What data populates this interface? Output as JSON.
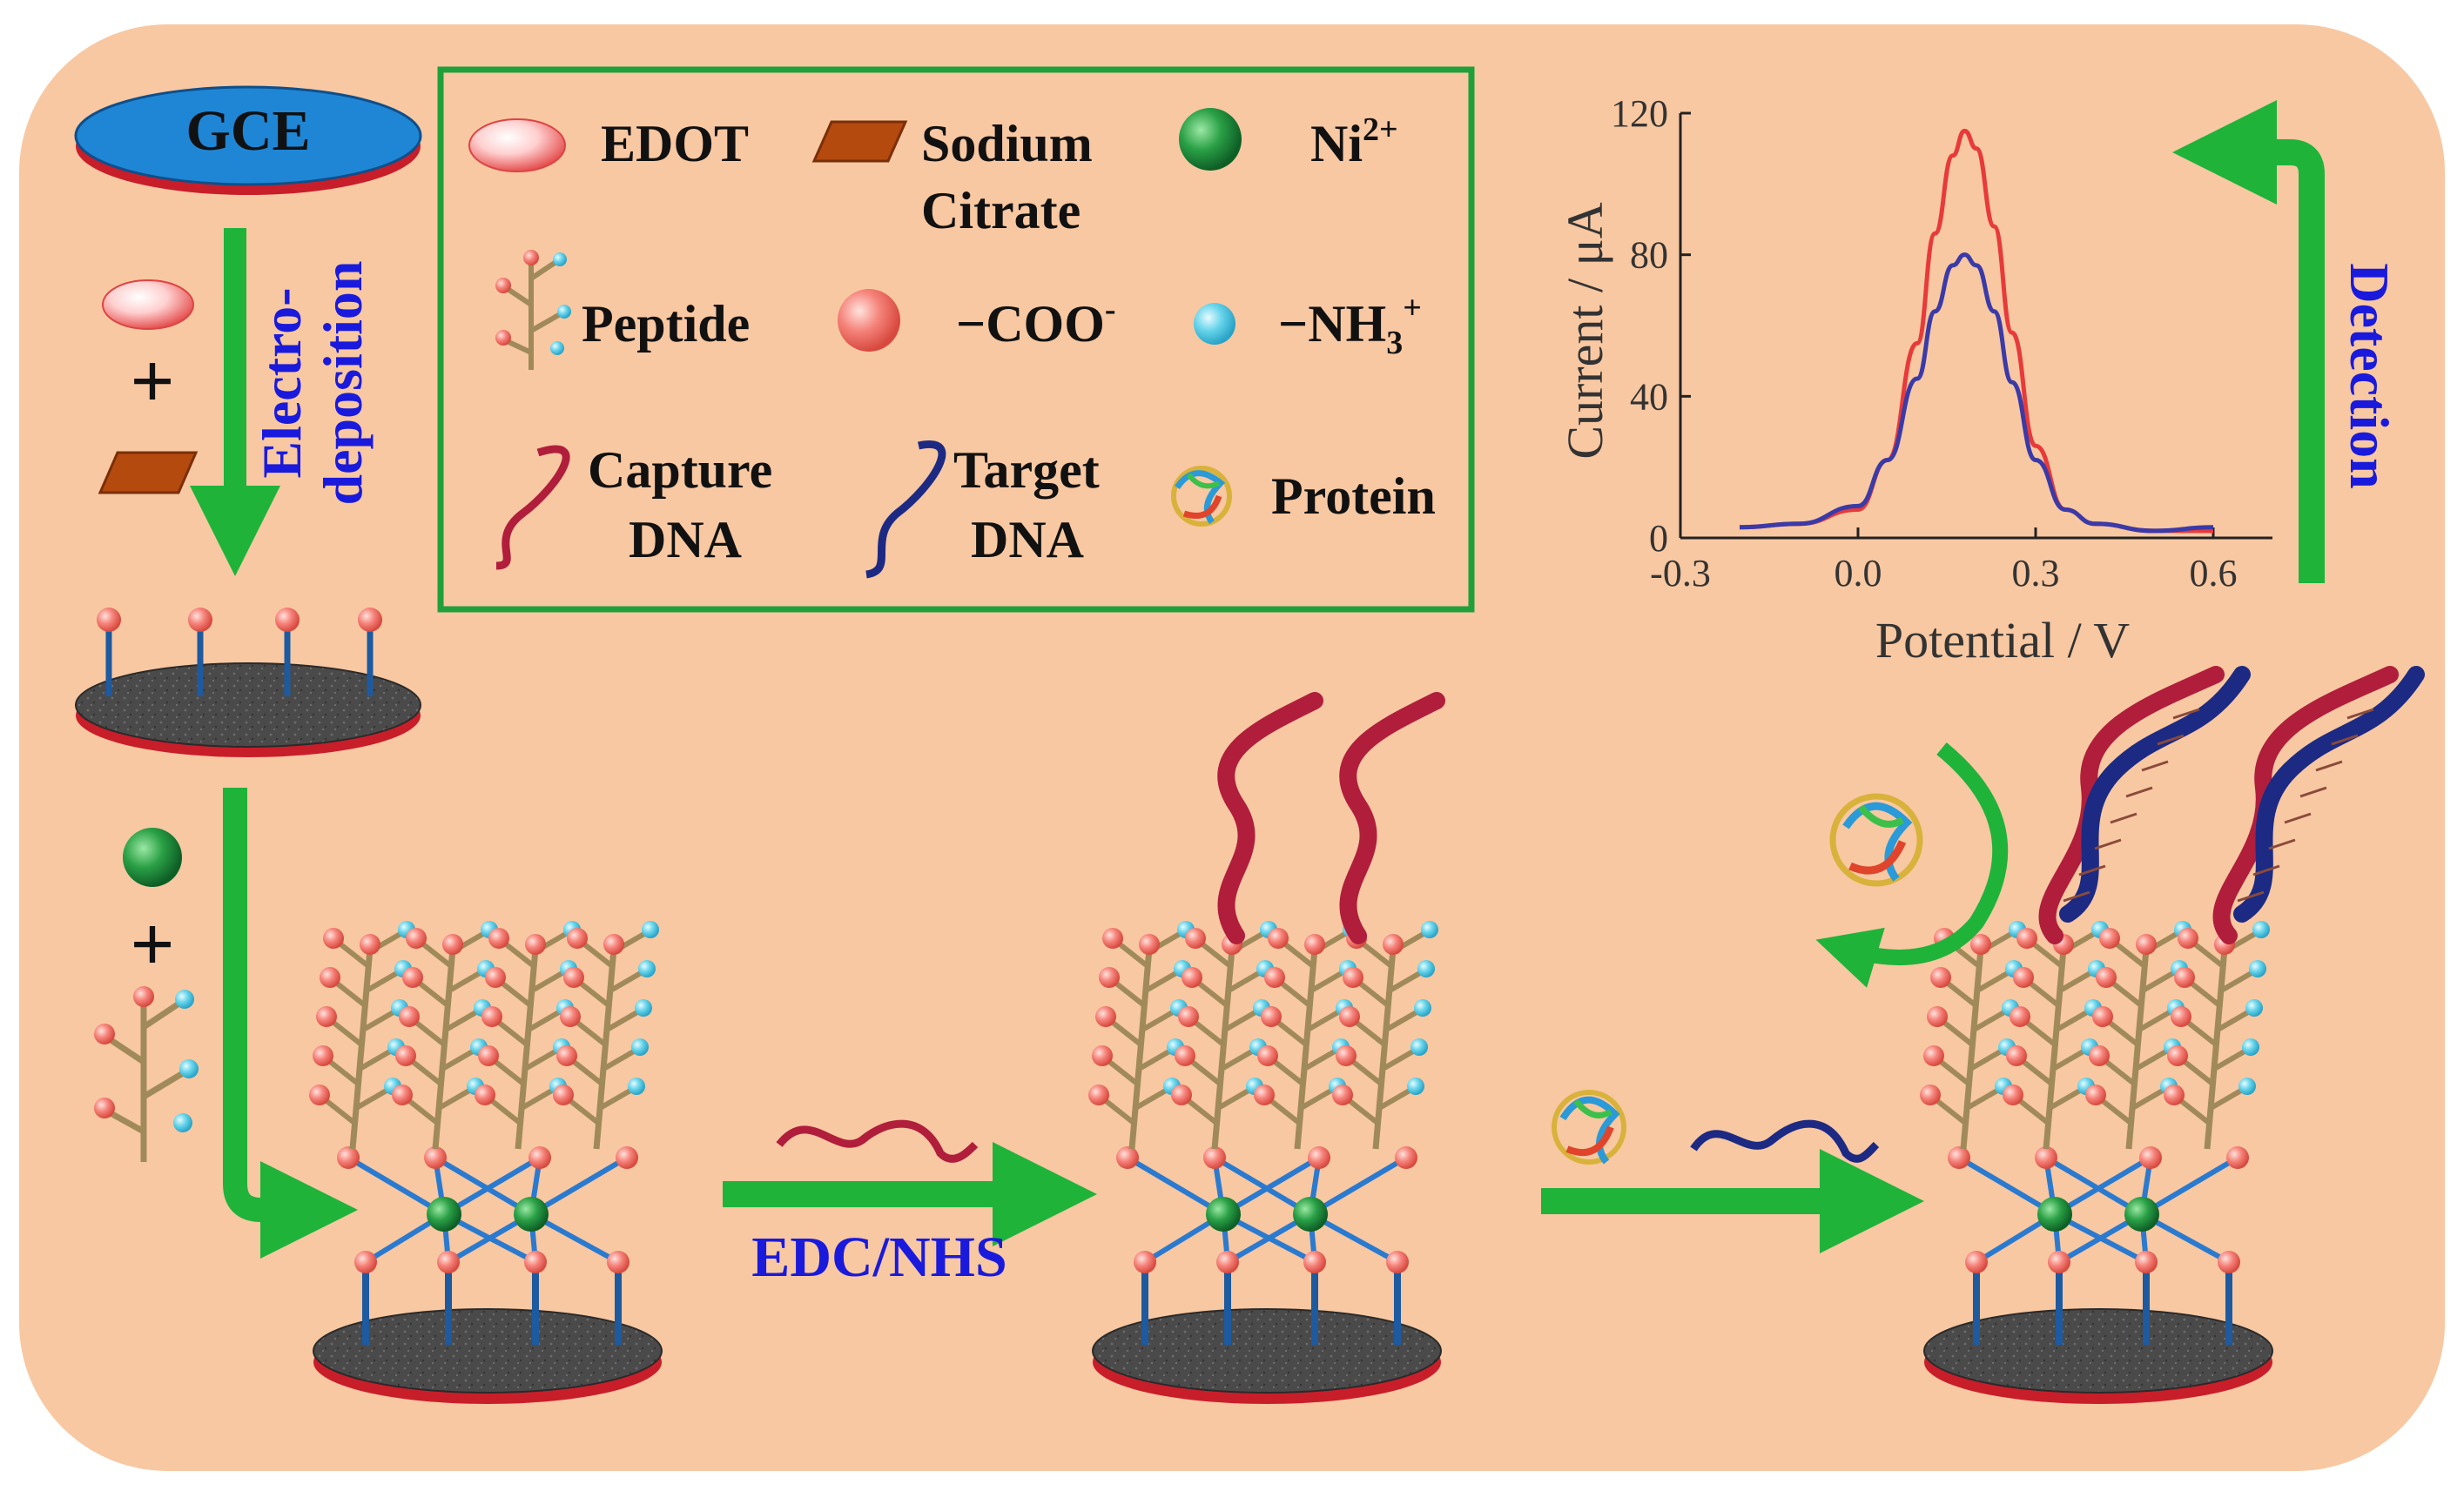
{
  "colors": {
    "background_panel": "#f8c8a2",
    "arrow_green": "#1fb33a",
    "label_blue": "#1a1adc",
    "capture_dna": "#b01e3c",
    "target_dna": "#1c2a84",
    "electrode_top": "#4b4b4b",
    "electrode_rim": "#c81e2a",
    "gce_top": "#1f86d6",
    "coo_sphere": "#f26b63",
    "nh3_sphere": "#57cfe6",
    "ni_sphere": "#1e8c3a",
    "peptide_stem": "#a08a5a",
    "legend_border": "#1fa03a"
  },
  "gce_label": "GCE",
  "legend": {
    "items": [
      {
        "label": "EDOT",
        "icon": "edot-ellipse-icon"
      },
      {
        "label": "Sodium",
        "label2": "Citrate",
        "icon": "sodium-citrate-slab-icon"
      },
      {
        "label": "Ni",
        "sup": "2+",
        "icon": "ni-sphere-icon"
      },
      {
        "label": "Peptide",
        "icon": "peptide-branch-icon"
      },
      {
        "label": "−COO",
        "sup": "-",
        "icon": "coo-sphere-icon"
      },
      {
        "label": "−NH",
        "sub": "3",
        "sup": "+",
        "icon": "nh3-sphere-icon"
      },
      {
        "label": "Capture",
        "label2": "DNA",
        "icon": "capture-dna-icon"
      },
      {
        "label": "Target",
        "label2": "DNA",
        "icon": "target-dna-icon"
      },
      {
        "label": "Protein",
        "icon": "protein-icon"
      }
    ]
  },
  "step_labels": {
    "electrodeposition_1": "Electro-",
    "electrodeposition_2": "deposition",
    "edc_nhs": "EDC/NHS",
    "detection": "Detection",
    "plus": "+"
  },
  "chart_data": {
    "type": "line",
    "xlabel": "Potential / V",
    "ylabel": "Current / μA",
    "xlim": [
      -0.3,
      0.7
    ],
    "ylim": [
      0,
      120
    ],
    "xticks": [
      "-0.3",
      "0.0",
      "0.3",
      "0.6"
    ],
    "yticks": [
      "0",
      "40",
      "80",
      "120"
    ],
    "series": [
      {
        "color": "#e83a3a",
        "x": [
          -0.2,
          -0.1,
          0.0,
          0.05,
          0.1,
          0.13,
          0.16,
          0.18,
          0.2,
          0.23,
          0.26,
          0.3,
          0.35,
          0.4,
          0.5,
          0.6
        ],
        "y": [
          3,
          4,
          8,
          22,
          55,
          86,
          108,
          115,
          110,
          88,
          58,
          26,
          8,
          4,
          2,
          2
        ]
      },
      {
        "color": "#3a3aa8",
        "x": [
          -0.2,
          -0.1,
          0.0,
          0.05,
          0.1,
          0.13,
          0.16,
          0.18,
          0.2,
          0.23,
          0.26,
          0.3,
          0.35,
          0.4,
          0.5,
          0.6
        ],
        "y": [
          3,
          4,
          9,
          22,
          45,
          64,
          77,
          80,
          77,
          64,
          44,
          22,
          8,
          4,
          2,
          3
        ]
      }
    ]
  }
}
